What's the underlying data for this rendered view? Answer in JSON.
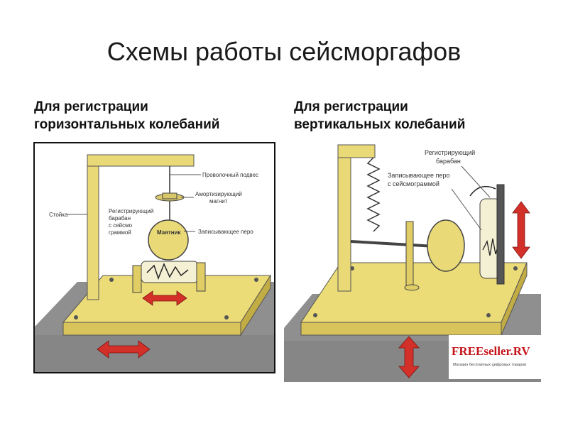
{
  "title": "Схемы работы сейсморгафов",
  "left": {
    "caption_line1": "Для регистрации",
    "caption_line2": "горизонтальных  колебаний",
    "labels": {
      "wire": "Проволочный подвес",
      "damper_1": "Амортизирующий",
      "damper_2": "магнит",
      "stand": "Стойка",
      "drum_1": "Регистрирующий",
      "drum_2": "барабан",
      "drum_3": "с  сейсмо",
      "drum_4": "граммой",
      "pendulum": "Маятник",
      "pen": "Записывающее перо"
    }
  },
  "right": {
    "caption_line1": "Для регистрации",
    "caption_line2": "вертикальных  колебаний",
    "labels": {
      "drum_1": "Регистрирующий",
      "drum_2": "барабан",
      "pen_1": "Записывающее перо",
      "pen_2": "с сейсмограммой"
    },
    "logo": {
      "main": "FREEseller.RV",
      "sub": "Магазин бесплатных цифровых товаров"
    }
  },
  "colors": {
    "base": "#e9d870",
    "base_side": "#c9b44a",
    "ground": "#8c8c8c",
    "arrow": "#d4302a",
    "drum": "#f3efc8"
  }
}
